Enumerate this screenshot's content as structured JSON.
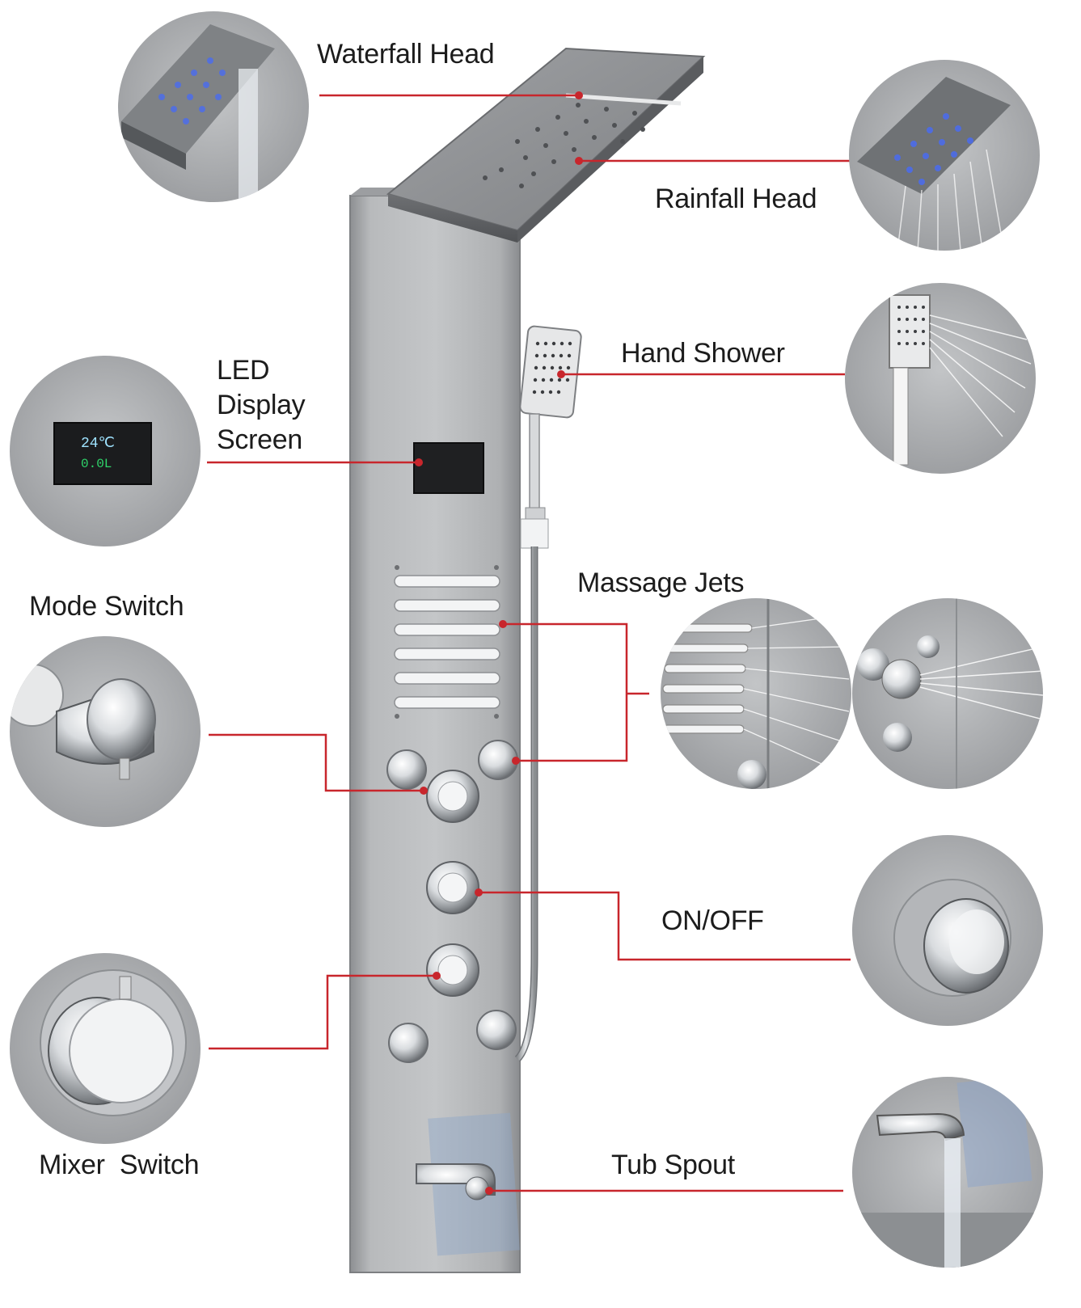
{
  "colors": {
    "callout_line": "#c8262c",
    "panel_light": "#b9bbbd",
    "panel_dark": "#8a8c8f",
    "circle_bg": "#a8aaad",
    "chrome": "#e6e8ea",
    "led_blue": "#4a6cf0",
    "led_green": "#2fd46a"
  },
  "labels": {
    "waterfall_head": "Waterfall Head",
    "rainfall_head": "Rainfall Head",
    "hand_shower": "Hand Shower",
    "led_display": [
      "LED",
      "Display",
      "Screen"
    ],
    "mode_switch": "Mode Switch",
    "massage_jets": "Massage Jets",
    "on_off": "ON/OFF",
    "mixer_switch": "Mixer  Switch",
    "tub_spout": "Tub Spout"
  },
  "led_readout": {
    "temperature": "24℃",
    "flow": "0.0L"
  },
  "icons": {
    "waterfall_detail": "waterfall-head-detail-icon",
    "rainfall_detail": "rainfall-head-detail-icon",
    "hand_shower_detail": "hand-shower-detail-icon",
    "led_detail": "led-display-detail-icon",
    "mode_detail": "mode-switch-knob-icon",
    "jets_detail": "massage-jets-spray-icon",
    "onoff_detail": "on-off-knob-icon",
    "mixer_detail": "mixer-knob-icon",
    "spout_detail": "tub-spout-detail-icon"
  }
}
